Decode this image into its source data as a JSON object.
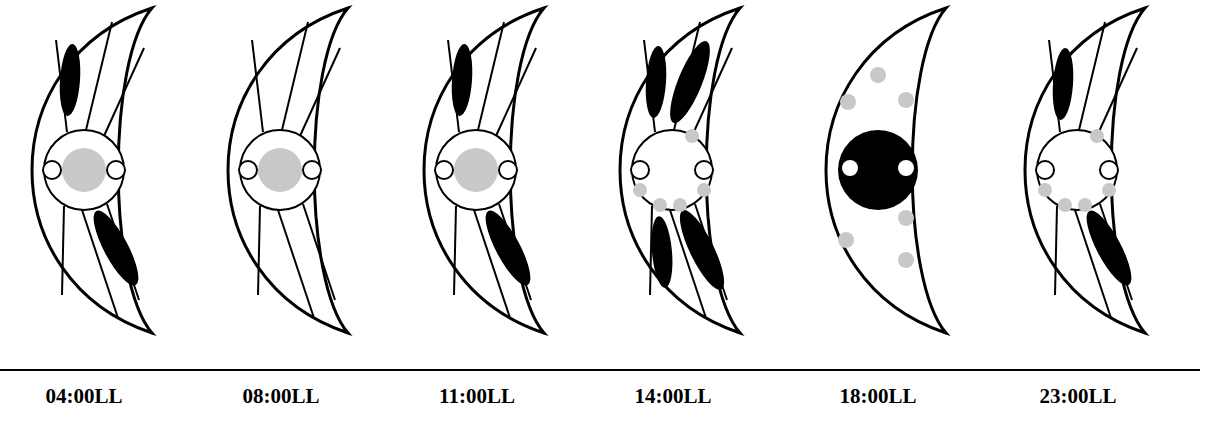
{
  "diagram": {
    "labels": [
      "04:00LL",
      "08:00LL",
      "11:00LL",
      "14:00LL",
      "18:00LL",
      "23:00LL"
    ]
  }
}
